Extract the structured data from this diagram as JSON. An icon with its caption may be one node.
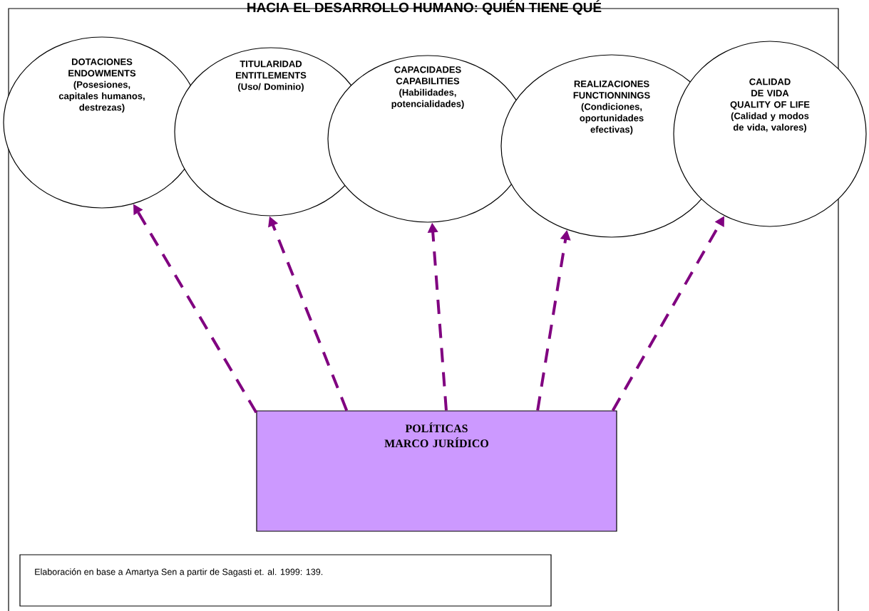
{
  "diagram": {
    "title": "HACIA EL DESARROLLO HUMANO: QUIÉN TIENE QUÉ",
    "nodes": [
      {
        "text": [
          "DOTACIONES",
          "ENDOWMENTS",
          "(Posesiones, capitales humanos, destrezas)"
        ]
      },
      {
        "text": [
          "TITULARIDAD",
          "ENTITLEMENTS",
          "(Uso/ Dominio)"
        ]
      },
      {
        "text": [
          "CAPACIDADES",
          "CAPABILITIES",
          "(Habilidades, potencialidades)"
        ]
      },
      {
        "text": [
          "REALIZACIONES",
          "FUNCTIONNINGS",
          "(Condiciones, oportunidades efectivas)"
        ]
      },
      {
        "text": [
          "CALIDAD DE VIDA",
          "QUALITY OF LIFE",
          "(Calidad y modos de vida, valores)"
        ]
      },
      {
        "text": [
          "POLÍTICAS MARCO JURÍDICO"
        ]
      },
      {
        "text": [
          "Elaboración en base a Amartya Sen a partir de Sagasti et. al. 1999: 139."
        ]
      }
    ],
    "edges": [
      {
        "from": 5,
        "to": 0,
        "arrow": "to",
        "style": "dashed"
      },
      {
        "from": 5,
        "to": 1,
        "arrow": "to",
        "style": "dashed"
      },
      {
        "from": 5,
        "to": 2,
        "arrow": "to",
        "style": "dashed"
      },
      {
        "from": 5,
        "to": 3,
        "arrow": "to",
        "style": "dashed"
      },
      {
        "from": 5,
        "to": 4,
        "arrow": "to",
        "style": "dashed"
      }
    ]
  }
}
